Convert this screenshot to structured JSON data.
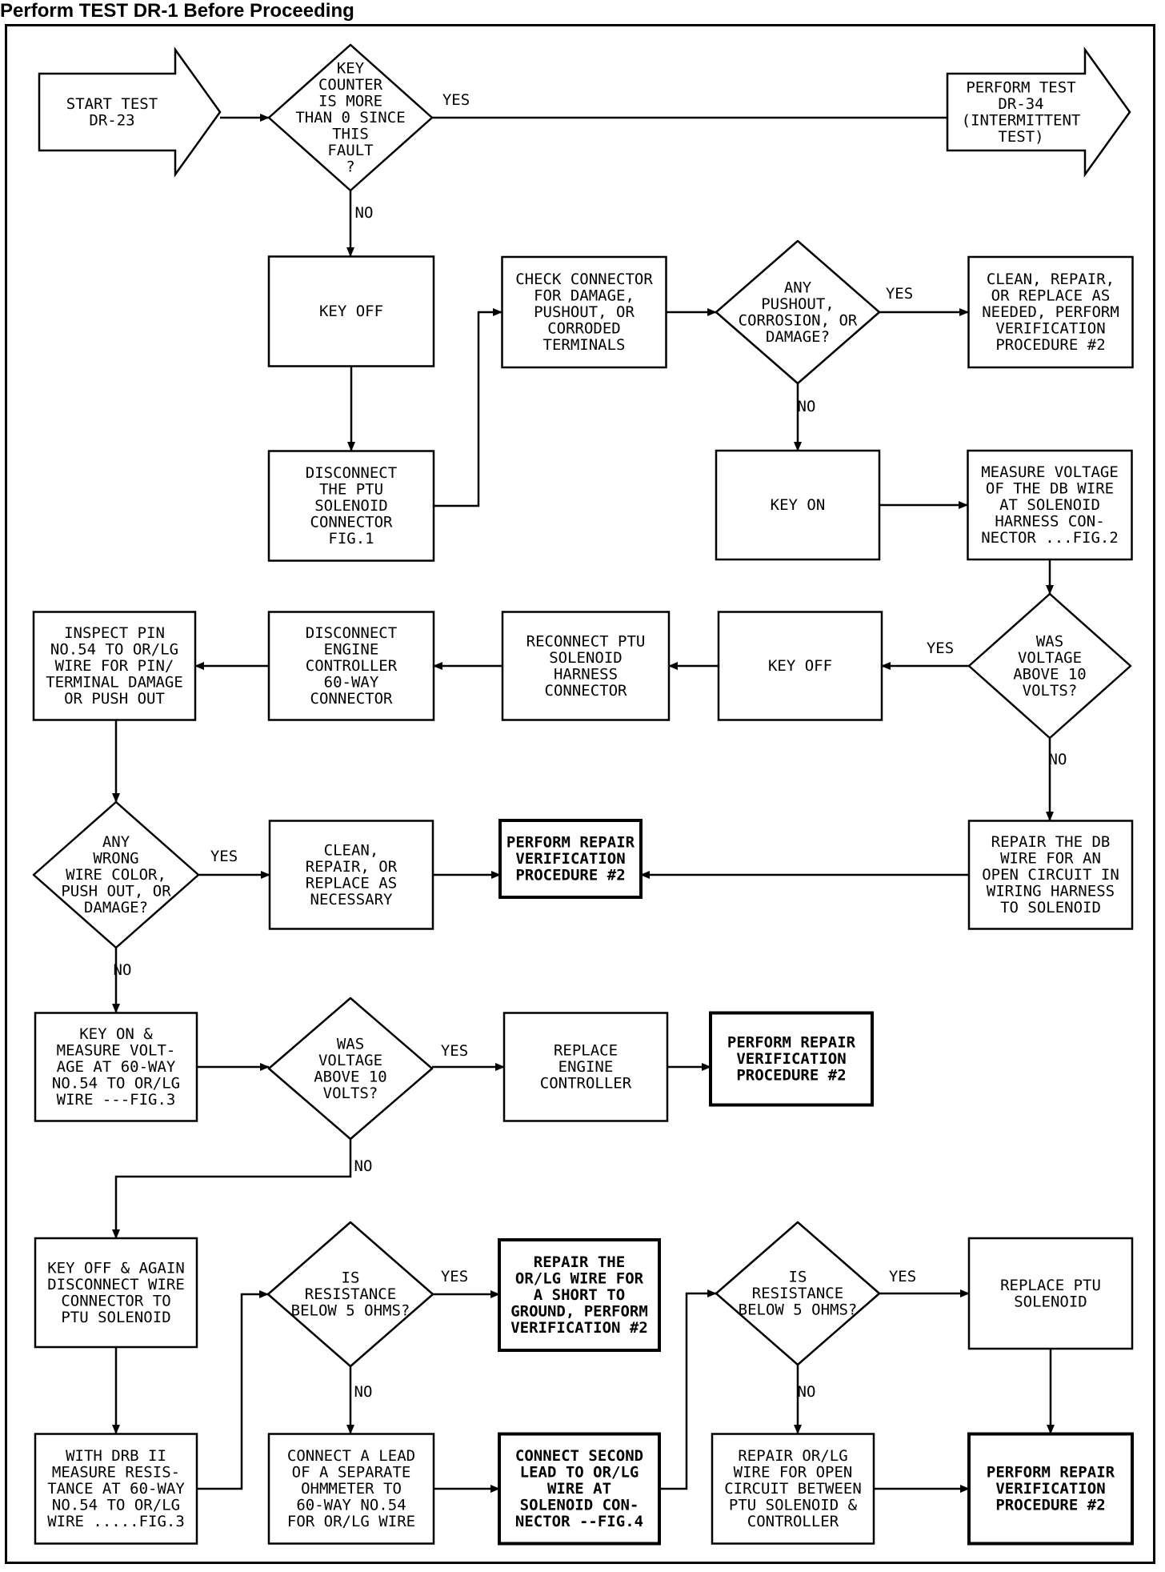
{
  "header": {
    "title": "Perform TEST DR-1 Before Proceeding"
  },
  "nodes": {
    "start": {
      "lines": [
        "START TEST",
        "DR-23"
      ]
    },
    "d_key": {
      "lines": [
        "KEY",
        "COUNTER",
        "IS MORE",
        "THAN 0 SINCE",
        "THIS",
        "FAULT",
        "?"
      ]
    },
    "dr34": {
      "lines": [
        "PERFORM TEST",
        "DR-34",
        "(INTERMITTENT",
        "TEST)"
      ]
    },
    "key_off1": {
      "lines": [
        "KEY OFF"
      ]
    },
    "disconnect1": {
      "lines": [
        "DISCONNECT",
        "THE PTU",
        "SOLENOID",
        "CONNECTOR",
        "FIG.1"
      ]
    },
    "check_conn": {
      "lines": [
        "CHECK CONNECTOR",
        "FOR DAMAGE,",
        "PUSHOUT, OR",
        "CORRODED",
        "TERMINALS"
      ]
    },
    "d_push": {
      "lines": [
        "ANY",
        "PUSHOUT,",
        "CORROSION, OR",
        "DAMAGE?"
      ]
    },
    "clean1": {
      "lines": [
        "CLEAN, REPAIR,",
        "OR REPLACE AS",
        "NEEDED, PERFORM",
        "VERIFICATION",
        "PROCEDURE #2"
      ]
    },
    "key_on1": {
      "lines": [
        "KEY ON"
      ]
    },
    "measure1": {
      "lines": [
        "MEASURE VOLTAGE",
        "OF THE DB WIRE",
        "AT SOLENOID",
        "HARNESS CON-",
        "NECTOR ...FIG.2"
      ]
    },
    "d_volt1": {
      "lines": [
        "WAS",
        "VOLTAGE",
        "ABOVE 10",
        "VOLTS?"
      ]
    },
    "key_off2": {
      "lines": [
        "KEY OFF"
      ]
    },
    "reconnect": {
      "lines": [
        "RECONNECT PTU",
        "SOLENOID",
        "HARNESS",
        "CONNECTOR"
      ]
    },
    "disc_engine": {
      "lines": [
        "DISCONNECT",
        "ENGINE",
        "CONTROLLER",
        "60-WAY",
        "CONNECTOR"
      ]
    },
    "inspect": {
      "lines": [
        "INSPECT PIN",
        "NO.54 TO OR/LG",
        "WIRE FOR PIN/",
        "TERMINAL DAMAGE",
        "OR PUSH OUT"
      ]
    },
    "d_wrong": {
      "lines": [
        "ANY",
        "WRONG",
        "WIRE COLOR,",
        "PUSH OUT, OR",
        "DAMAGE?"
      ]
    },
    "clean2": {
      "lines": [
        "CLEAN,",
        "REPAIR, OR",
        "REPLACE AS",
        "NECESSARY"
      ]
    },
    "verify_a": {
      "lines": [
        "PERFORM REPAIR",
        "VERIFICATION",
        "PROCEDURE #2"
      ]
    },
    "repair_db": {
      "lines": [
        "REPAIR THE DB",
        "WIRE FOR AN",
        "OPEN CIRCUIT IN",
        "WIRING HARNESS",
        "TO SOLENOID"
      ]
    },
    "key_on2": {
      "lines": [
        "KEY ON &",
        "MEASURE VOLT-",
        "AGE AT 60-WAY",
        "NO.54 TO OR/LG",
        "WIRE ---FIG.3"
      ]
    },
    "d_volt2": {
      "lines": [
        "WAS",
        "VOLTAGE",
        "ABOVE 10",
        "VOLTS?"
      ]
    },
    "replace_ec": {
      "lines": [
        "REPLACE",
        "ENGINE",
        "CONTROLLER"
      ]
    },
    "verify_b": {
      "lines": [
        "PERFORM REPAIR",
        "VERIFICATION",
        "PROCEDURE #2"
      ]
    },
    "key_off3": {
      "lines": [
        "KEY OFF & AGAIN",
        "DISCONNECT WIRE",
        "CONNECTOR TO",
        "PTU SOLENOID"
      ]
    },
    "d_res1": {
      "lines": [
        "IS",
        "RESISTANCE",
        "BELOW 5 OHMS?"
      ]
    },
    "repair_short": {
      "lines": [
        "REPAIR THE",
        "OR/LG WIRE FOR",
        "A SHORT TO",
        "GROUND, PERFORM",
        "VERIFICATION #2"
      ]
    },
    "d_res2": {
      "lines": [
        "IS",
        "RESISTANCE",
        "BELOW 5 OHMS?"
      ]
    },
    "replace_ptu": {
      "lines": [
        "REPLACE PTU",
        "SOLENOID"
      ]
    },
    "drb": {
      "lines": [
        "WITH DRB II",
        "MEASURE RESIS-",
        "TANCE AT 60-WAY",
        "NO.54 TO OR/LG",
        "WIRE .....FIG.3"
      ]
    },
    "connect_lead": {
      "lines": [
        "CONNECT A LEAD",
        "OF A SEPARATE",
        "OHMMETER TO",
        "60-WAY NO.54",
        "FOR OR/LG WIRE"
      ]
    },
    "connect_2nd": {
      "lines": [
        "CONNECT SECOND",
        "LEAD TO OR/LG",
        "WIRE AT",
        "SOLENOID CON-",
        "NECTOR --FIG.4"
      ]
    },
    "repair_open": {
      "lines": [
        "REPAIR OR/LG",
        "WIRE FOR OPEN",
        "CIRCUIT BETWEEN",
        "PTU SOLENOID &",
        "CONTROLLER"
      ]
    },
    "verify_c": {
      "lines": [
        "PERFORM REPAIR",
        "VERIFICATION",
        "PROCEDURE #2"
      ]
    }
  },
  "labels": {
    "yes1": "YES",
    "no1": "NO",
    "yes2": "YES",
    "no2": "NO",
    "yes3": "YES",
    "no3": "NO",
    "yes4": "YES",
    "no4": "NO",
    "yes5": "YES",
    "no5": "NO",
    "yes6": "YES",
    "no6": "NO",
    "yes7": "YES",
    "no7": "NO"
  }
}
